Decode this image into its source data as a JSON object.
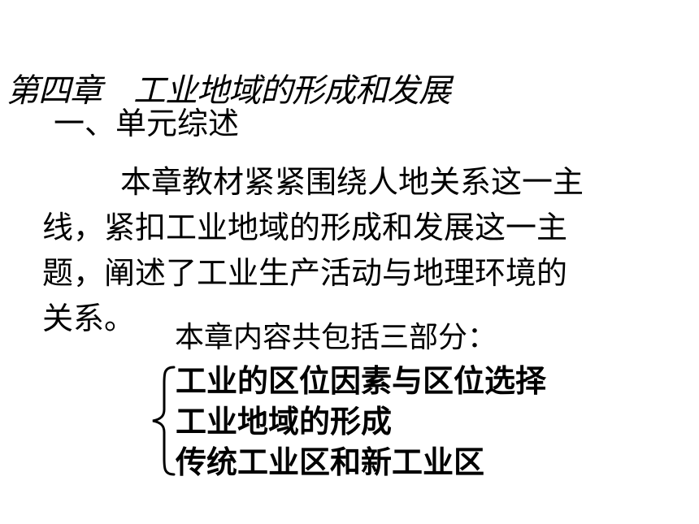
{
  "chapter_title": "第四章　工业地域的形成和发展",
  "section_heading": "一、单元综述",
  "summary_lines": [
    "本章教材紧紧围绕人地关系这一主",
    "线，紧扣工业地域的形成和发展这一主",
    "题，阐述了工业生产活动与地理环境的",
    "关系。"
  ],
  "parts_intro": "本章内容共包括三部分：",
  "parts": [
    "工业的区位因素与区位选择",
    "工业地域的形成",
    "传统工业区和新工业区"
  ]
}
